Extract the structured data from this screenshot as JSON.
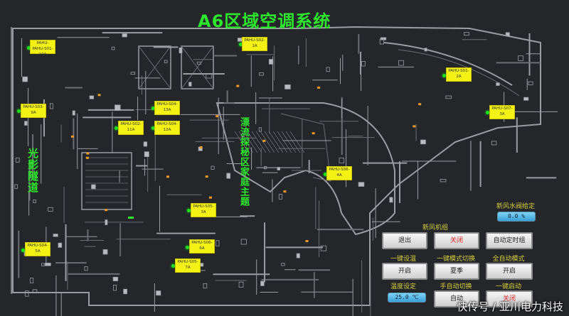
{
  "title": "A6区域空调系统",
  "areas": {
    "left": "光影隧道",
    "center": "漂流探秘区家庭主题"
  },
  "units": [
    {
      "name": "PAHU-S01-10A"
    },
    {
      "name": "PAHU-S02-1A"
    },
    {
      "name": "PAHU-S03-9A"
    },
    {
      "name": "PAHU-S02-11A"
    },
    {
      "name": "PAHU-S04-13A"
    },
    {
      "name": "PAHU-S04-12A"
    },
    {
      "name": "PAHU-S01-2A"
    },
    {
      "name": "PAHU-S07-3A"
    },
    {
      "name": "PAHU-S06-4A"
    },
    {
      "name": "PAHU-S05-3A"
    },
    {
      "name": "PAHU-S04-5A"
    },
    {
      "name": "PAHU-S06-6A"
    },
    {
      "name": "PAHU-S05-7A"
    }
  ],
  "controls": {
    "fresh_valve_label": "新风水阀给定",
    "fresh_valve_value": "0.0 %",
    "fresh_unit_label": "新风机组",
    "exit": "退出",
    "fresh_unit_state": "关闭",
    "auto_timer": "自动定时组",
    "one_key_set_label": "一键设温",
    "one_key_mode_label": "一键模式切换",
    "full_auto_label": "全自动模式",
    "open1": "开启",
    "summer": "夏季",
    "open2": "开启",
    "temp_set_label": "温度设定",
    "manual_auto_label": "手自动切换",
    "one_key_start_label": "一键启动",
    "temp_value": "25.0 ℃",
    "auto": "自动",
    "close2": "关闭"
  },
  "watermark": "快传号 / 亚川电力科技",
  "colors": {
    "accent_green": "#2ee62e",
    "unit_yellow": "#f4f214",
    "label_yellow": "#d4cf3a",
    "alarm_red": "#d22"
  }
}
